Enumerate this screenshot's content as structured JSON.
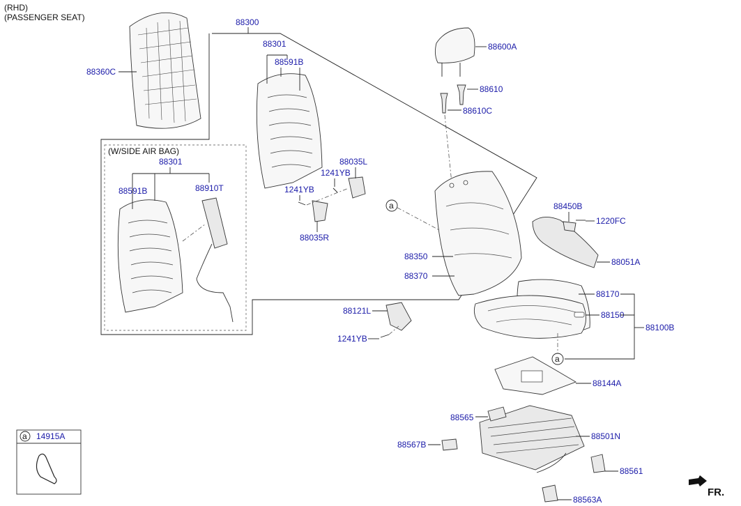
{
  "header": {
    "line1": "(RHD)",
    "line2": "(PASSENGER SEAT)"
  },
  "airbag_box": {
    "title": "(W/SIDE AIR BAG)"
  },
  "parts": {
    "p88300": "88300",
    "p88301_top": "88301",
    "p88591B_top": "88591B",
    "p88360C": "88360C",
    "p88301_box": "88301",
    "p88591B_box": "88591B",
    "p88910T": "88910T",
    "p88035L": "88035L",
    "p1241YB_a": "1241YB",
    "p1241YB_b": "1241YB",
    "p88035R": "88035R",
    "p88600A": "88600A",
    "p88610": "88610",
    "p88610C": "88610C",
    "p88450B": "88450B",
    "p1220FC": "1220FC",
    "p88051A": "88051A",
    "p88350": "88350",
    "p88370": "88370",
    "p88170": "88170",
    "p88150": "88150",
    "p88100B": "88100B",
    "p88121L": "88121L",
    "p1241YB_c": "1241YB",
    "p88144A": "88144A",
    "p88565": "88565",
    "p88501N": "88501N",
    "p88567B": "88567B",
    "p88561": "88561",
    "p88563A": "88563A"
  },
  "callout": {
    "letter": "a",
    "ref_part": "14915A"
  },
  "direction": {
    "label": "FR."
  }
}
